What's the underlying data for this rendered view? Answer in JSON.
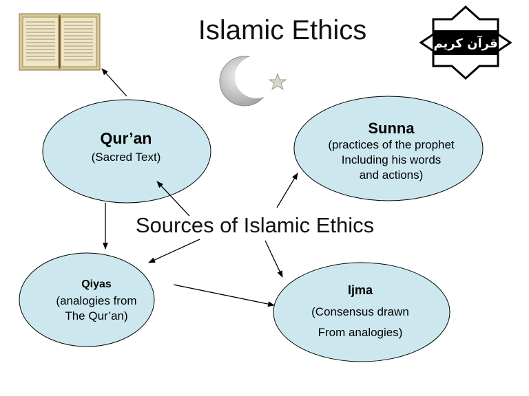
{
  "title": "Islamic Ethics",
  "center_label": "Sources of Islamic Ethics",
  "logo_text": "قرآن كريم",
  "nodes": {
    "quran": {
      "title": "Qur’an",
      "subtitle": "(Sacred Text)"
    },
    "sunna": {
      "title": "Sunna",
      "lines": [
        "(practices of the prophet",
        "Including his words",
        "and actions)"
      ]
    },
    "qiyas": {
      "title": "Qiyas",
      "lines": [
        "(analogies from",
        "The Qur’an)"
      ]
    },
    "ijma": {
      "title": "Ijma",
      "lines": [
        "(Consensus drawn",
        "From analogies)"
      ]
    }
  },
  "colors": {
    "node_fill": "#cce8ee",
    "node_stroke": "#000000",
    "arrow": "#000000"
  },
  "icons": [
    "quran-book-image",
    "crescent-star-icon",
    "quran-calligraphy-logo"
  ]
}
